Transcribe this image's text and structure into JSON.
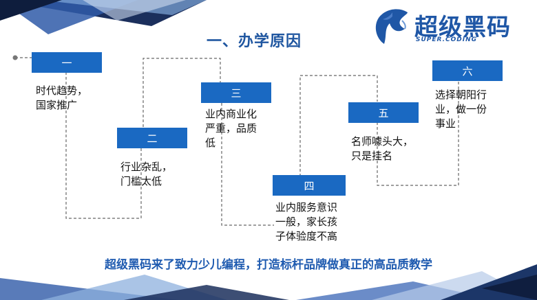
{
  "slide": {
    "title": "一、办学原因",
    "logo": {
      "name": "超级黑码",
      "sub": "SUPER.CODING"
    },
    "steps": [
      {
        "label": "一",
        "lines": [
          "时代趋势，",
          "国家推广"
        ]
      },
      {
        "label": "二",
        "lines": [
          "行业杂乱，",
          "门槛太低"
        ]
      },
      {
        "label": "三",
        "lines": [
          "业内商业化",
          "严重，品质",
          "低"
        ]
      },
      {
        "label": "四",
        "lines": [
          "业内服务意识",
          "一般，家长孩",
          "子体验度不高"
        ]
      },
      {
        "label": "五",
        "lines": [
          "名师噱头大，",
          "只是挂名"
        ]
      },
      {
        "label": "六",
        "lines": [
          "选择朝阳行",
          "业，做一份",
          "事业"
        ]
      }
    ],
    "footer": "超级黑码来了致力少儿编程，打造标杆品牌做真正的高品质教学"
  }
}
